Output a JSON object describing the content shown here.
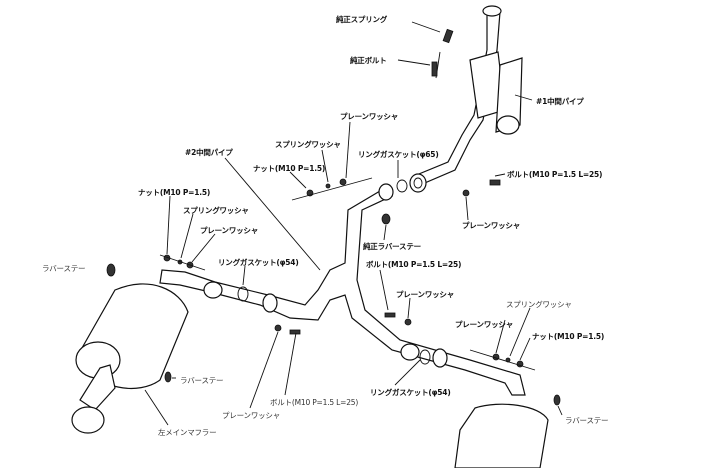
{
  "labels": {
    "oem_spring": "純正スプリング",
    "oem_bolt": "純正ボルト",
    "pipe1": "#1中間パイプ",
    "pipe2": "#2中間パイプ",
    "plain_washer": "プレーンワッシャ",
    "spring_washer": "スプリングワッシャ",
    "ring_gasket_65": "リングガスケット(φ65)",
    "ring_gasket_54": "リングガスケット(φ54)",
    "nut": "ナット(M10 P=1.5)",
    "bolt": "ボルト(M10 P=1.5 L=25)",
    "oem_rubber_stay": "純正ラバーステー",
    "rubber_stay": "ラバーステー",
    "left_main_muffler": "左メインマフラー"
  }
}
